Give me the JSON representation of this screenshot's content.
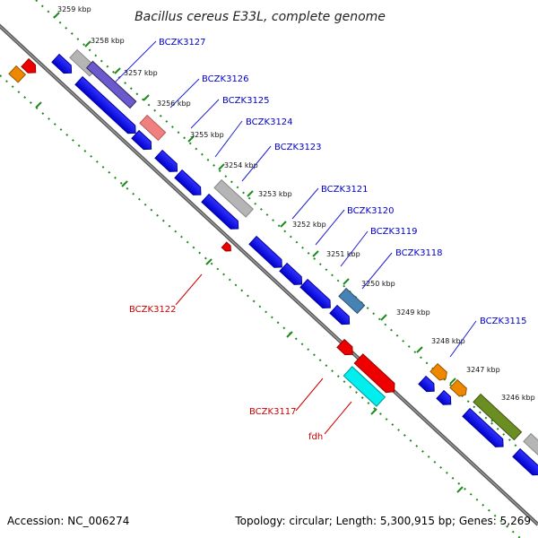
{
  "title": "Bacillus cereus E33L, complete genome",
  "footer": {
    "accession": "Accession: NC_006274",
    "summary": "Topology: circular; Length: 5,300,915 bp; Genes: 5,269"
  },
  "scale_ticks": [
    "3259 kbp",
    "3258 kbp",
    "3257 kbp",
    "3256 kbp",
    "3255 kbp",
    "3254 kbp",
    "3253 kbp",
    "3252 kbp",
    "3251 kbp",
    "3250 kbp",
    "3249 kbp",
    "3248 kbp",
    "3247 kbp",
    "3246 kbp"
  ],
  "gene_labels": [
    {
      "name": "BCZK3127",
      "color": "#0000cc"
    },
    {
      "name": "BCZK3126",
      "color": "#0000cc"
    },
    {
      "name": "BCZK3125",
      "color": "#0000cc"
    },
    {
      "name": "BCZK3124",
      "color": "#0000cc"
    },
    {
      "name": "BCZK3123",
      "color": "#0000cc"
    },
    {
      "name": "BCZK3121",
      "color": "#0000cc"
    },
    {
      "name": "BCZK3120",
      "color": "#0000cc"
    },
    {
      "name": "BCZK3119",
      "color": "#0000cc"
    },
    {
      "name": "BCZK3118",
      "color": "#0000cc"
    },
    {
      "name": "BCZK3115",
      "color": "#0000cc"
    },
    {
      "name": "BCZK3122",
      "color": "#cc0000"
    },
    {
      "name": "BCZK3117",
      "color": "#cc0000"
    },
    {
      "name": "fdh",
      "color": "#cc0000"
    }
  ],
  "colors": {
    "backbone": "#777777",
    "scale": "#1e8a1e",
    "cds": "#0000ee",
    "rna": "#ee0000",
    "gray": "#b5b5b5",
    "orange": "#ee8800",
    "pink": "#f08080",
    "steel": "#4682b4",
    "olive": "#6b8e23",
    "cyan": "#00eeee",
    "purple": "#6a5acd"
  }
}
